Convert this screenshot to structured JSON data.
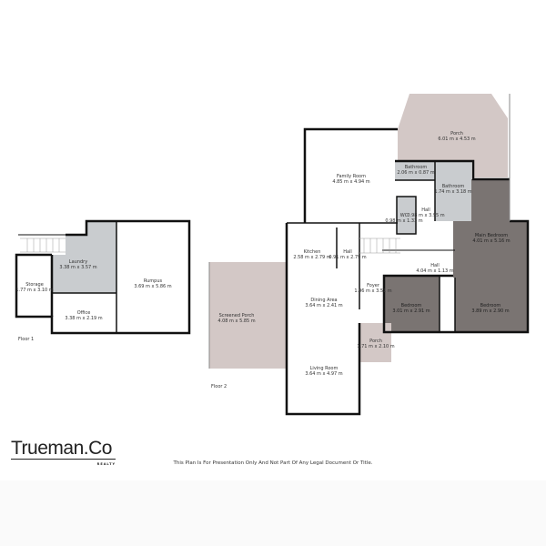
{
  "floors": [
    {
      "label": "Floor 1",
      "rooms": [
        {
          "name": "Laundry",
          "size": "3.38 m x 3.57 m"
        },
        {
          "name": "Storage",
          "size": "1.77 m x 3.10 m"
        },
        {
          "name": "Office",
          "size": "3.38 m x 2.19 m"
        },
        {
          "name": "Rumpus",
          "size": "3.69 m x 5.86 m"
        }
      ]
    },
    {
      "label": "Floor 2",
      "rooms": [
        {
          "name": "Family Room",
          "size": "4.85 m x 4.94 m"
        },
        {
          "name": "Porch",
          "size": "6.01 m x 4.53 m"
        },
        {
          "name": "Bathroom",
          "size": "2.06 m x 0.87 m"
        },
        {
          "name": "Bathroom",
          "size": "1.74 m x 3.18 m"
        },
        {
          "name": "Hall",
          "size": "0.98 m x 3.95 m"
        },
        {
          "name": "WC",
          "size": "0.98 m x 1.33 m"
        },
        {
          "name": "Main Bedroom",
          "size": "4.01 m x 5.16 m"
        },
        {
          "name": "Kitchen",
          "size": "2.58 m x 2.79 m"
        },
        {
          "name": "Hall",
          "size": "0.91 m x 2.79 m"
        },
        {
          "name": "Hall",
          "size": "4.04 m x 1.13 m"
        },
        {
          "name": "Foyer",
          "size": "1.96 m x 3.51 m"
        },
        {
          "name": "Dining Area",
          "size": "3.64 m x 2.41 m"
        },
        {
          "name": "Bedroom",
          "size": "3.01 m x 2.91 m"
        },
        {
          "name": "Bedroom",
          "size": "3.89 m x 2.90 m"
        },
        {
          "name": "Screened Porch",
          "size": "4.08 m x 5.85 m"
        },
        {
          "name": "Porch",
          "size": "1.71 m x 2.10 m"
        },
        {
          "name": "Living Room",
          "size": "3.64 m x 4.97 m"
        }
      ]
    }
  ],
  "branding": {
    "logo_text": "Trueman.Co",
    "logo_sub": "REALTY"
  },
  "disclaimer": "This Plan Is For Presentation Only And Not Part Of Any Legal Document Or Title.",
  "colors": {
    "porch": "#d3c8c6",
    "wet_area": "#c9cccf",
    "bedroom": "#7a7472",
    "wall": "#111111"
  }
}
